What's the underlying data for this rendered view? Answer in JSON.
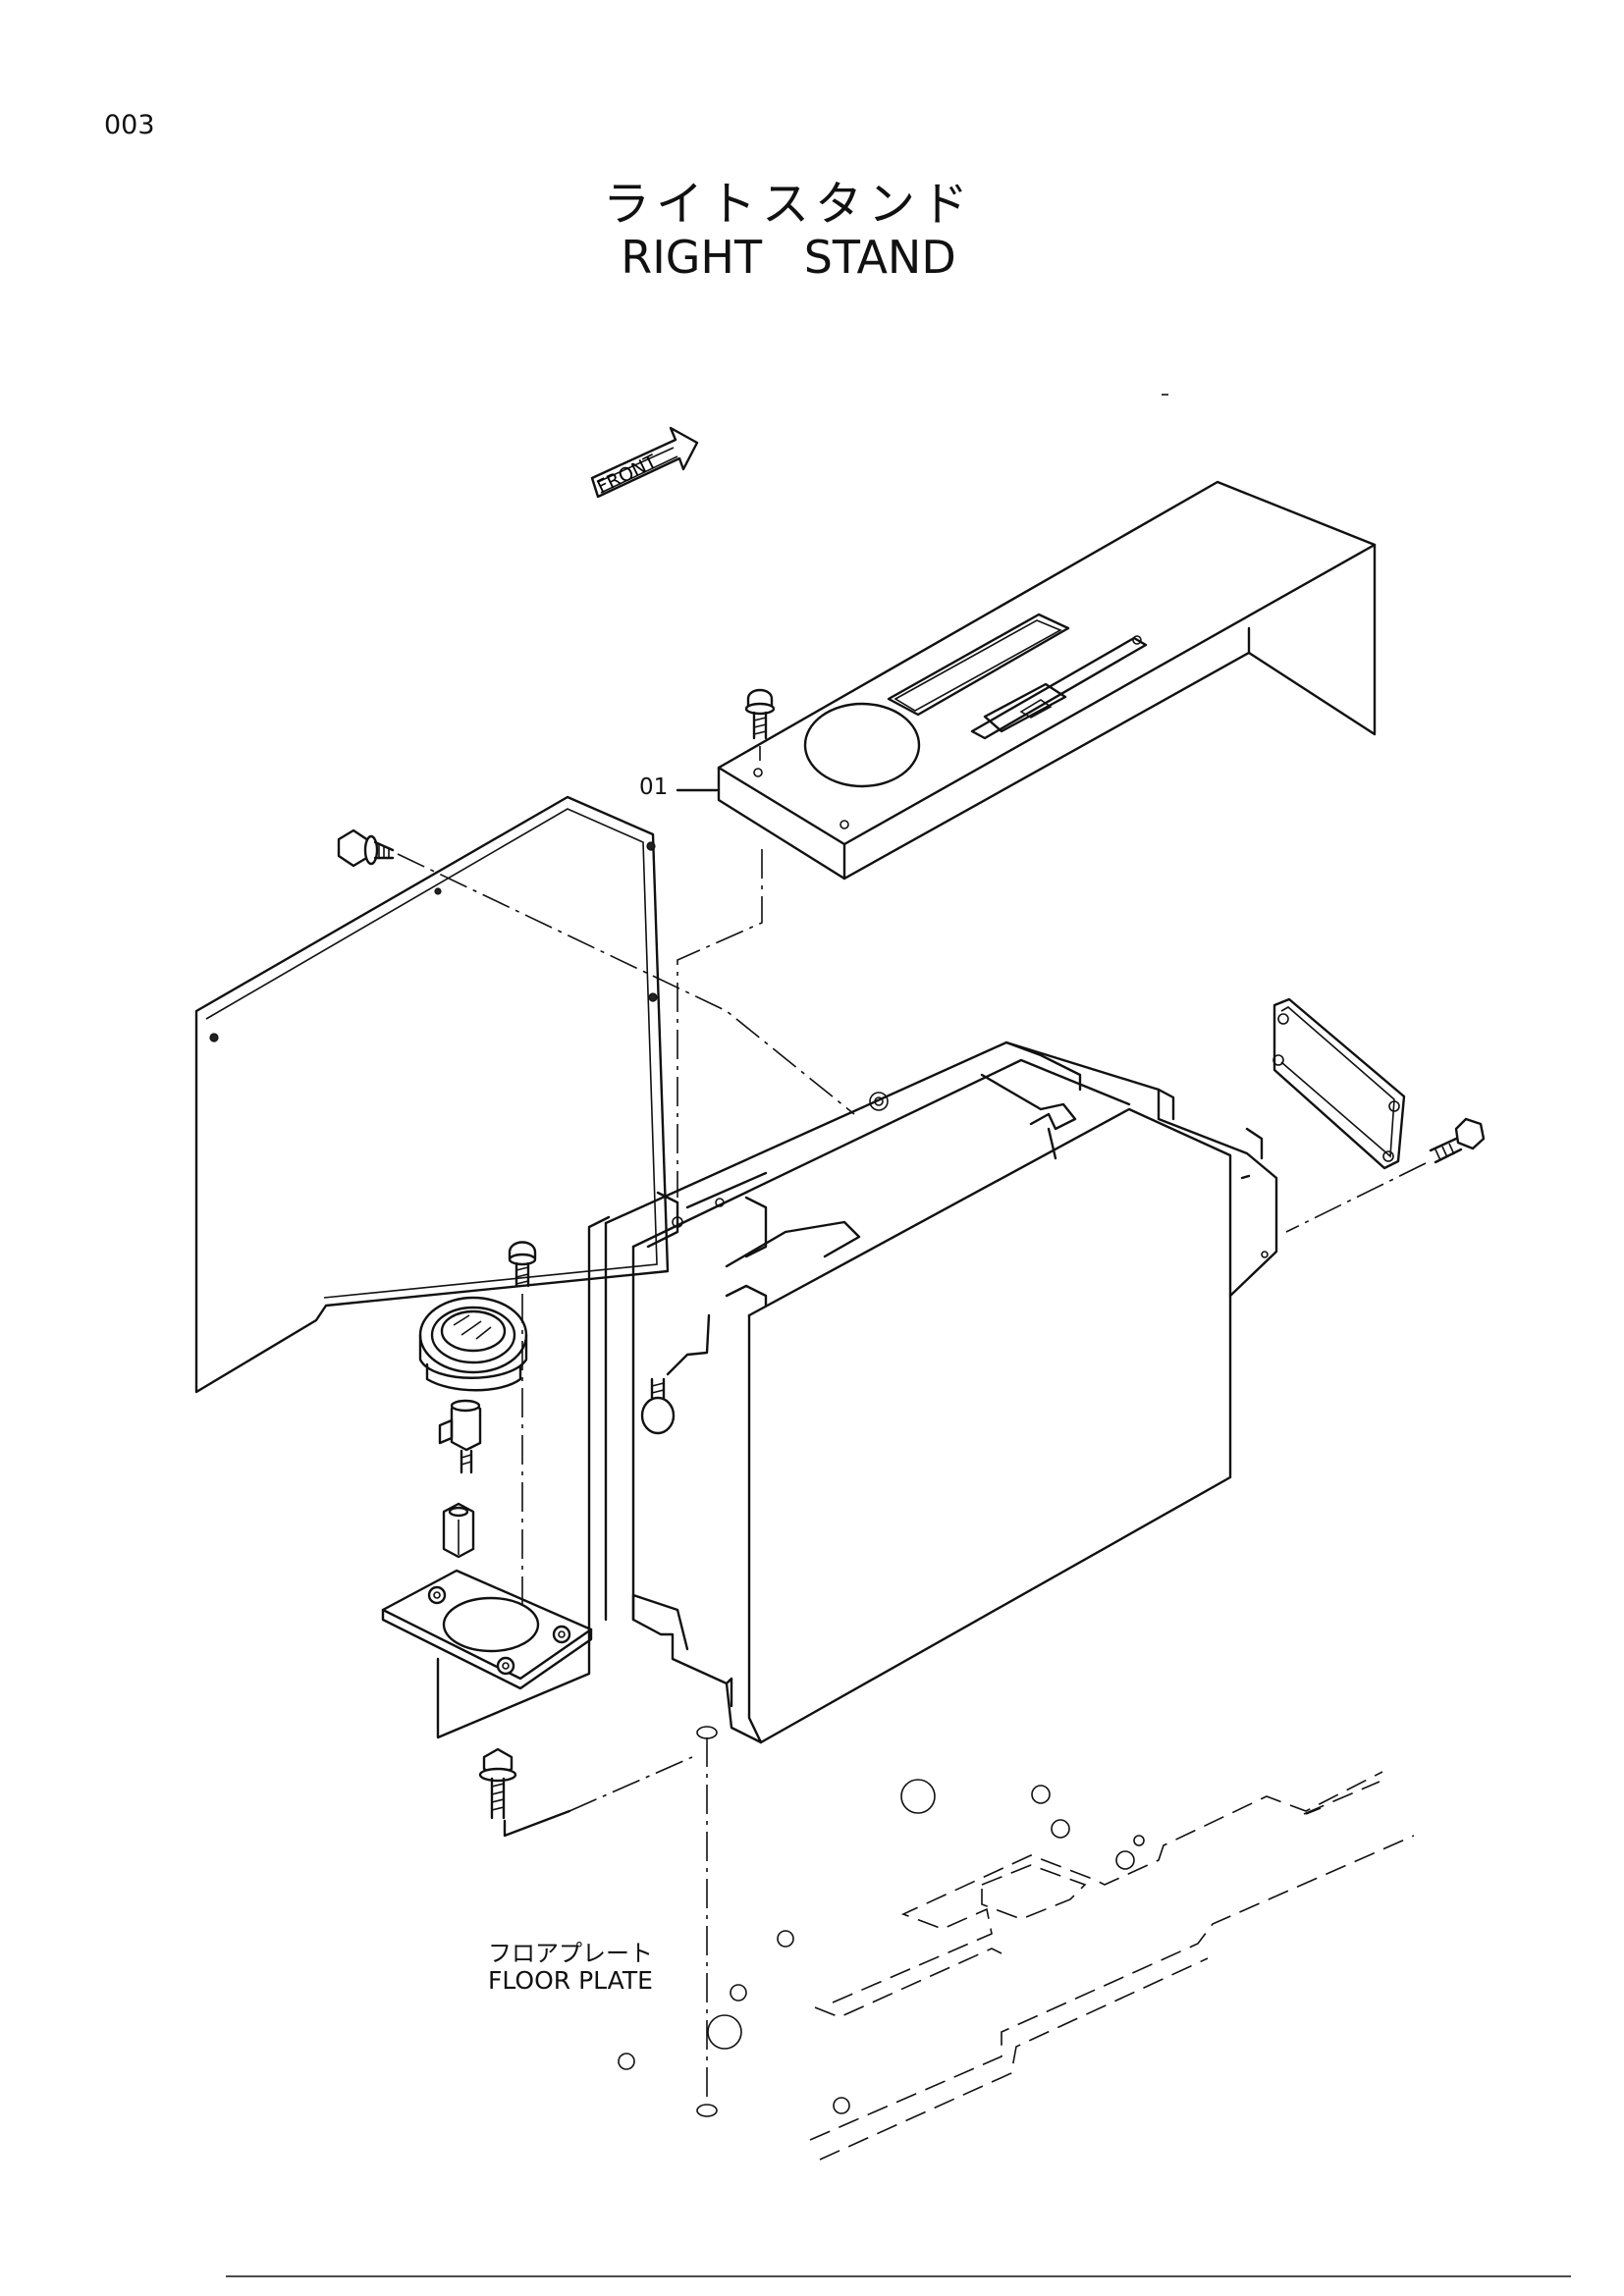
{
  "page": {
    "number": "003"
  },
  "title": {
    "japanese": "ライトスタンド",
    "english": "RIGHT   STAND"
  },
  "front_indicator": {
    "label": "FRONT"
  },
  "callouts": [
    {
      "label": "01"
    }
  ],
  "floor_plate": {
    "japanese": "フロアプレート",
    "english": "FLOOR  PLATE"
  }
}
